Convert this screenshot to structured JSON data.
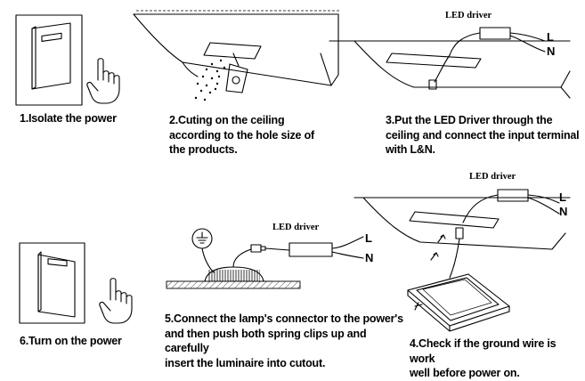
{
  "steps": [
    {
      "number": "1",
      "caption": "1.Isolate  the power"
    },
    {
      "number": "2",
      "caption": "2.Cuting on the ceiling\naccording to the hole size of\nthe products."
    },
    {
      "number": "3",
      "caption": "3.Put the LED Driver through the\nceiling and connect the input terminal\nwith L&N."
    },
    {
      "number": "4",
      "caption": "4.Check if the ground wire is work\nwell before power on."
    },
    {
      "number": "5",
      "caption": "5.Connect the lamp's connector to the power's\nand then push both spring clips up and carefully\ninsert the luminaire into cutout."
    },
    {
      "number": "6",
      "caption": "6.Turn on  the  power"
    }
  ],
  "labels": {
    "driver": "LED driver",
    "live": "L",
    "neutral": "N"
  },
  "icons": [
    "wall-switch-icon",
    "pointing-hand-icon",
    "ground-symbol-icon",
    "dust-particles",
    "hole-saw-tool",
    "led-downlight",
    "led-driver-box",
    "quick-connector"
  ]
}
